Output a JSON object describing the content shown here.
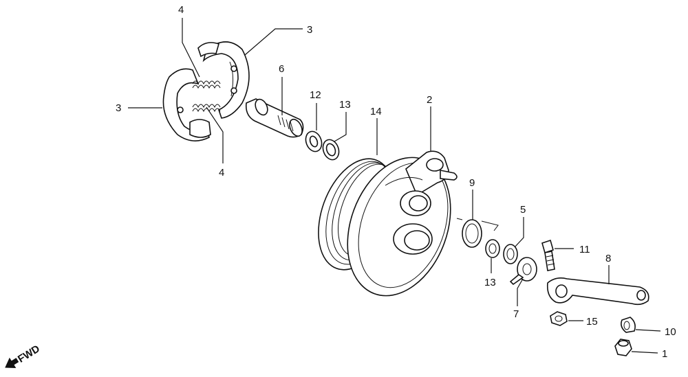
{
  "diagram": {
    "callouts": {
      "c1": "1",
      "c2": "2",
      "c3a": "3",
      "c3b": "3",
      "c4a": "4",
      "c4b": "4",
      "c5": "5",
      "c6": "6",
      "c7": "7",
      "c8": "8",
      "c9": "9",
      "c10": "10",
      "c11": "11",
      "c12": "12",
      "c13a": "13",
      "c13b": "13",
      "c14": "14",
      "c15": "15"
    },
    "fwd_label": "FWD"
  }
}
